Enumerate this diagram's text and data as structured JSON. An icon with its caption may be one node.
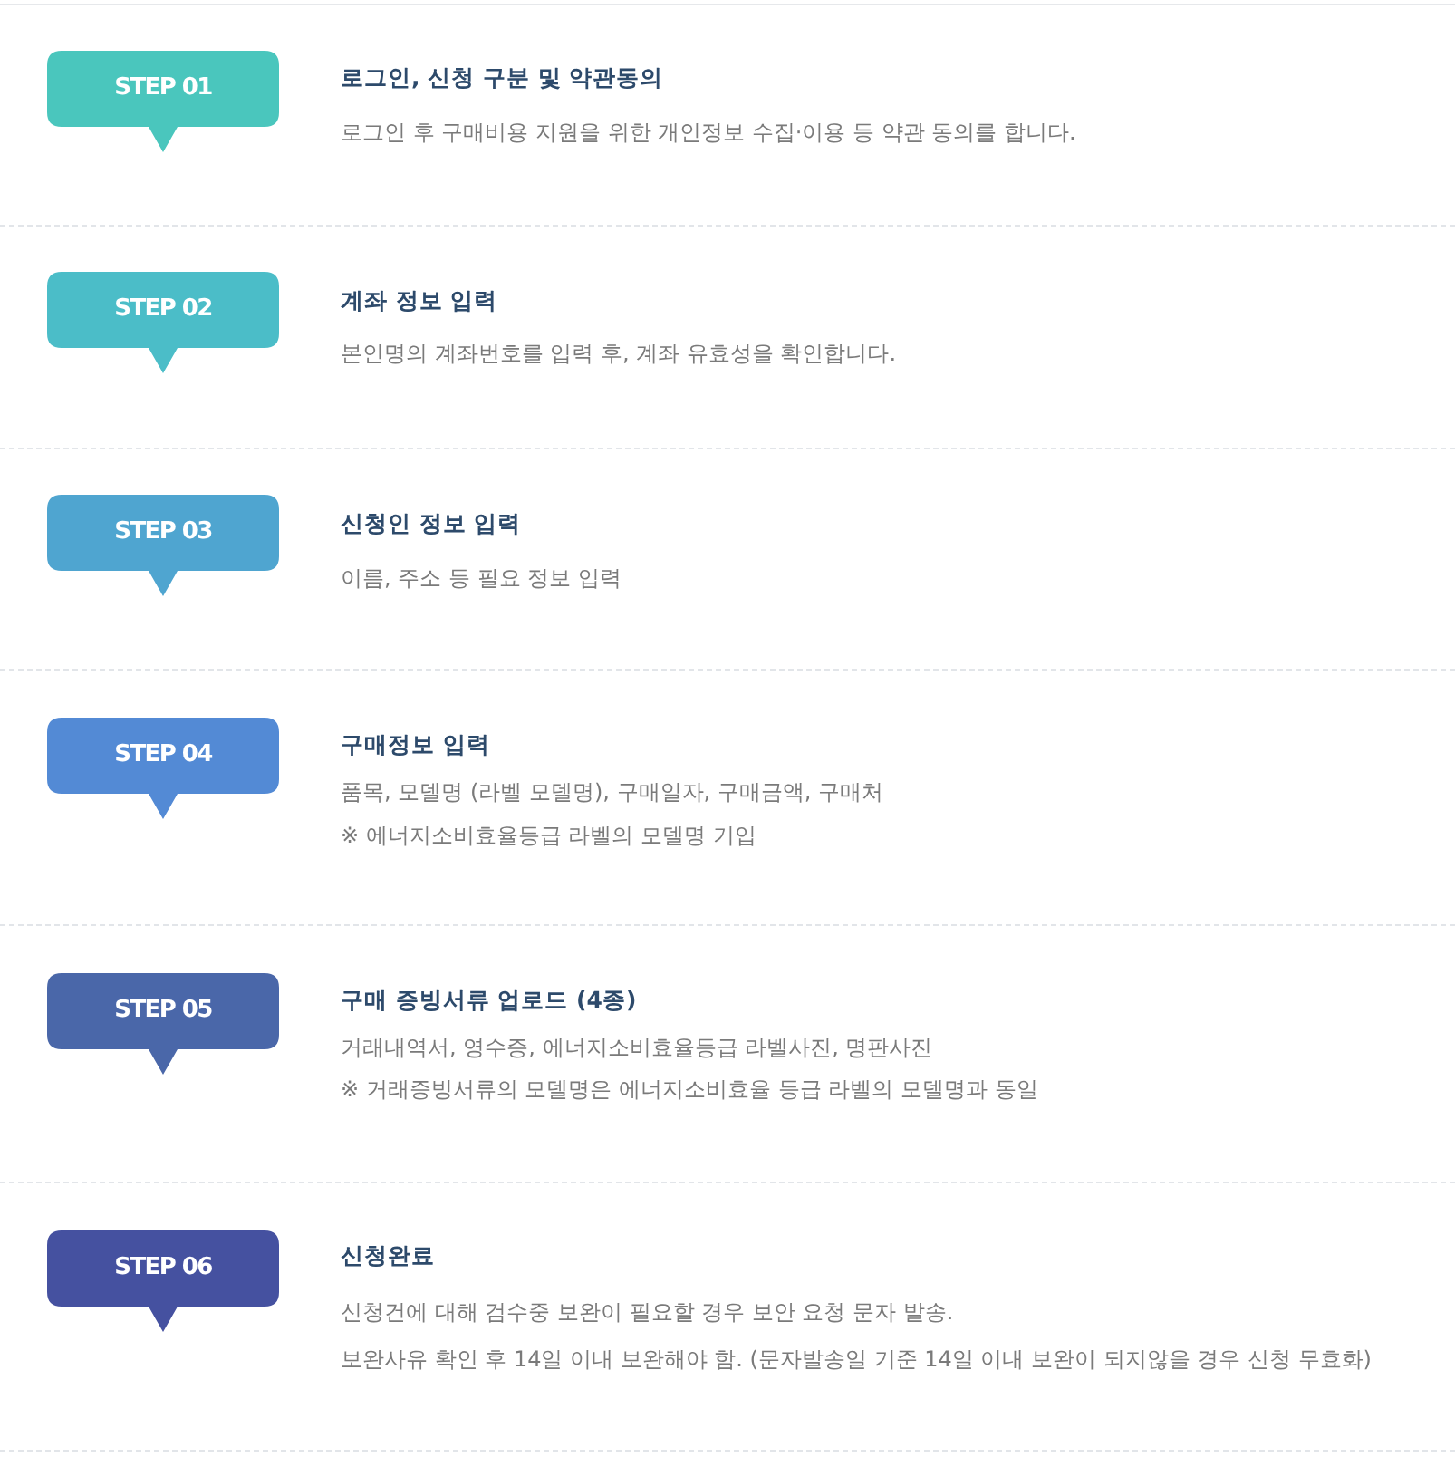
{
  "diagram": {
    "nodes": [
      {
        "text": [
          "STEP 01"
        ],
        "beside": [
          "로그인, 신청 구분 및 약관동의",
          "로그인 후 구매비용 지원을 위한 개인정보 수집·이용 등 약관 동의를 합니다."
        ]
      },
      {
        "text": [
          "STEP 02"
        ],
        "beside": [
          "계좌 정보 입력",
          "본인명의 계좌번호를 입력 후, 계좌 유효성을 확인합니다."
        ]
      },
      {
        "text": [
          "STEP 03"
        ],
        "beside": [
          "신청인 정보 입력",
          "이름, 주소 등 필요 정보 입력"
        ]
      },
      {
        "text": [
          "STEP 04"
        ],
        "beside": [
          "구매정보 입력",
          "품목, 모델명 (라벨 모델명), 구매일자, 구매금액, 구매처",
          "※ 에너지소비효율등급 라벨의 모델명 기입"
        ]
      },
      {
        "text": [
          "STEP 05"
        ],
        "beside": [
          "구매 증빙서류 업로드 (4종)",
          "거래내역서, 영수증, 에너지소비효율등급 라벨사진, 명판사진",
          "※ 거래증빙서류의 모델명은 에너지소비효율 등급 라벨의 모델명과 동일"
        ]
      },
      {
        "text": [
          "STEP 06"
        ],
        "beside": [
          "신청완료",
          "신청건에 대해 검수중 보완이 필요할 경우 보안 요청 문자 발송.",
          "보완사유 확인 후 14일 이내 보완해야 함. (문자발송일 기준 14일 이내 보완이 되지않을 경우 신청 무효화)"
        ]
      }
    ]
  }
}
